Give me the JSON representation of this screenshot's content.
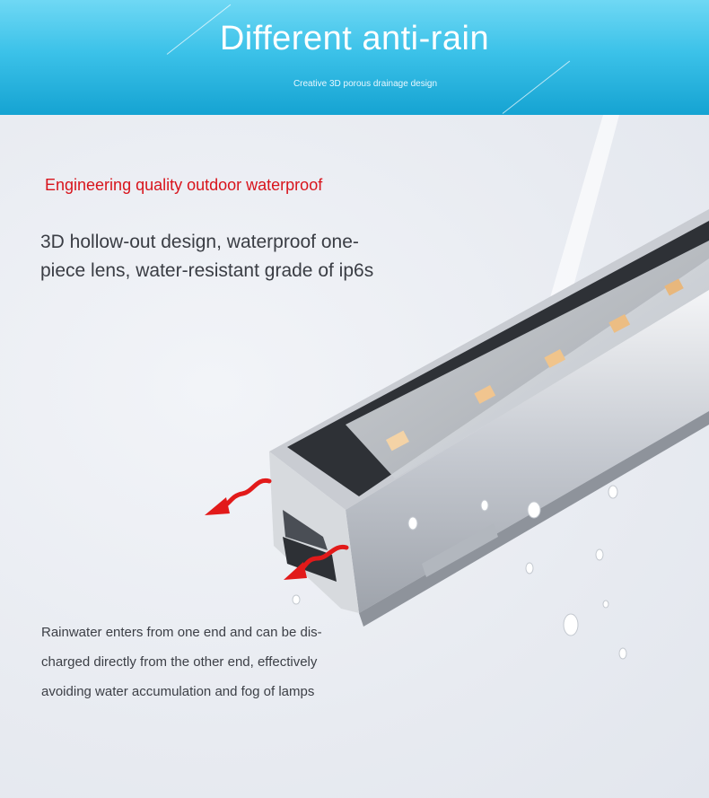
{
  "banner": {
    "title": "Different anti-rain",
    "subtitle": "Creative 3D porous drainage design"
  },
  "section": {
    "heading": "Engineering quality outdoor waterproof",
    "lead_line1": "3D hollow-out design, waterproof one-",
    "lead_line2": "piece lens, water-resistant grade of ip6s",
    "body_line1": "Rainwater enters from one end and can be dis-",
    "body_line2": "charged directly from the other end, effectively",
    "body_line3": "avoiding water accumulation and fog of lamps"
  },
  "colors": {
    "accent_red": "#d8141c",
    "banner_blue": "#3cc2e9"
  },
  "icons": [
    "drainage-arrow-icon"
  ]
}
